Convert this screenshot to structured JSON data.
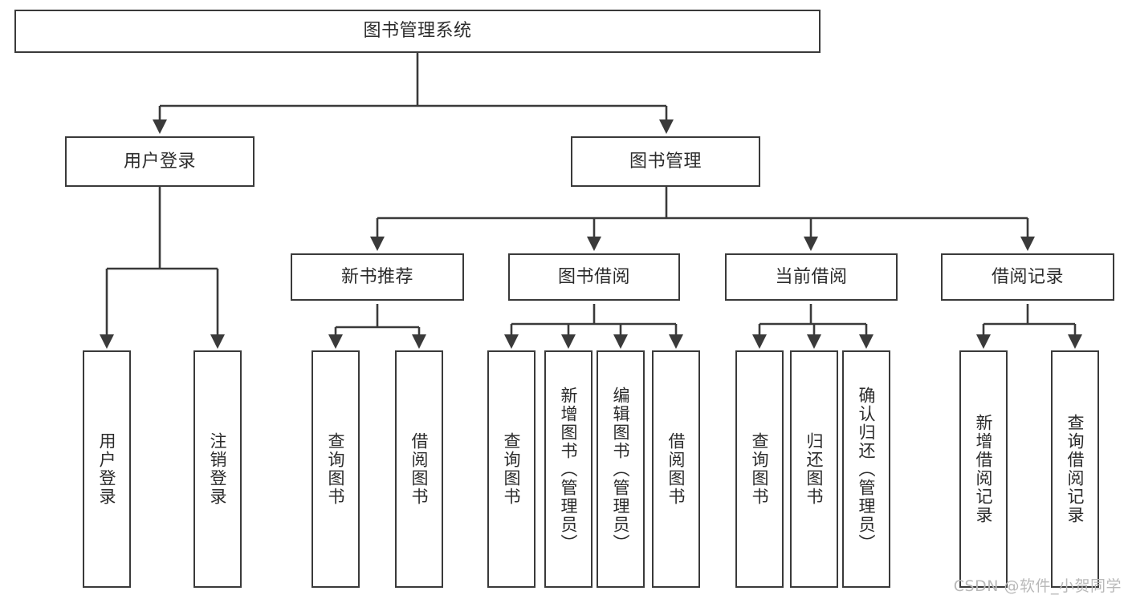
{
  "diagram": {
    "type": "tree",
    "title": "图书管理系统",
    "colors": {
      "box_border": "#3a3a3a",
      "box_fill": "#ffffff",
      "edge": "#3a3a3a",
      "text": "#2b2b2b",
      "watermark": "#b9b9b9",
      "background": "#ffffff"
    },
    "nodes": {
      "root": {
        "label": "图书管理系统"
      },
      "level2": [
        {
          "id": "user-login",
          "label": "用户登录"
        },
        {
          "id": "book-manage",
          "label": "图书管理"
        }
      ],
      "level3": [
        {
          "id": "new-book-rec",
          "label": "新书推荐"
        },
        {
          "id": "book-borrow",
          "label": "图书借阅"
        },
        {
          "id": "current-borrow",
          "label": "当前借阅"
        },
        {
          "id": "borrow-record",
          "label": "借阅记录"
        }
      ],
      "leaves": {
        "user-login": [
          {
            "id": "leaf-user-login",
            "label": "用户登录"
          },
          {
            "id": "leaf-logout",
            "label": "注销登录"
          }
        ],
        "new-book-rec": [
          {
            "id": "leaf-query-book-1",
            "label": "查询图书"
          },
          {
            "id": "leaf-borrow-book-1",
            "label": "借阅图书"
          }
        ],
        "book-borrow": [
          {
            "id": "leaf-query-book-2",
            "label": "查询图书"
          },
          {
            "id": "leaf-add-book",
            "label": "新增图书（管理员）"
          },
          {
            "id": "leaf-edit-book",
            "label": "编辑图书（管理员）"
          },
          {
            "id": "leaf-borrow-book-2",
            "label": "借阅图书"
          }
        ],
        "current-borrow": [
          {
            "id": "leaf-query-book-3",
            "label": "查询图书"
          },
          {
            "id": "leaf-return-book",
            "label": "归还图书"
          },
          {
            "id": "leaf-confirm-return",
            "label": "确认归还（管理员）"
          }
        ],
        "borrow-record": [
          {
            "id": "leaf-add-record",
            "label": "新增借阅记录"
          },
          {
            "id": "leaf-query-record",
            "label": "查询借阅记录"
          }
        ]
      }
    },
    "watermark": "CSDN @软件_小贺同学"
  }
}
